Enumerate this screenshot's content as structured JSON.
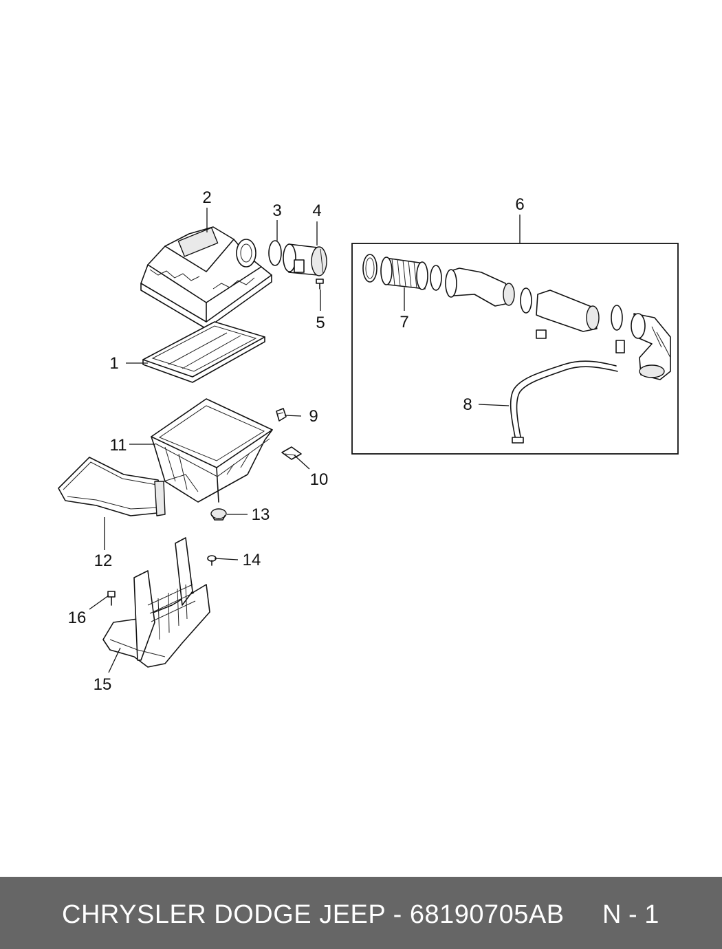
{
  "callouts": {
    "c1": "1",
    "c2": "2",
    "c3": "3",
    "c4": "4",
    "c5": "5",
    "c6": "6",
    "c7": "7",
    "c8": "8",
    "c9": "9",
    "c10": "10",
    "c11": "11",
    "c12": "12",
    "c13": "13",
    "c14": "14",
    "c15": "15",
    "c16": "16"
  },
  "footer": {
    "title": "CHRYSLER DODGE JEEP - 68190705AB",
    "page": "N - 1"
  },
  "colors": {
    "footer_bg": "#666666",
    "footer_text": "#ffffff",
    "line": "#111111"
  }
}
